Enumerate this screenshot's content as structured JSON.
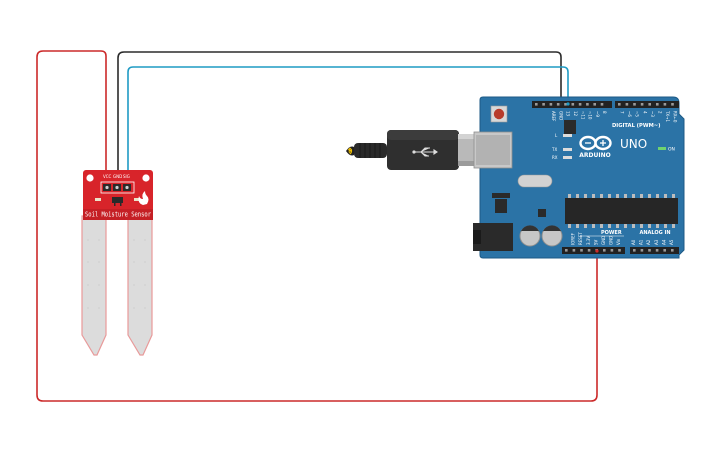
{
  "sensor": {
    "label": "Soil Moisture Sensor",
    "pins": [
      "VCC",
      "GND",
      "SIG"
    ]
  },
  "arduino": {
    "brand": "ARDUINO",
    "model": "UNO",
    "on_label": "ON",
    "digital_header_label": "DIGITAL (PWM~)",
    "digital_pins": [
      "AREF",
      "GND",
      "13",
      "12",
      "~11",
      "~10",
      "~9",
      "8",
      "7",
      "~6",
      "~5",
      "4",
      "~3",
      "2",
      "TX→1",
      "RX←0"
    ],
    "led_labels": [
      "L",
      "TX",
      "RX"
    ],
    "power_label": "POWER",
    "power_pins": [
      "IOREF",
      "RESET",
      "3.3V",
      "5V",
      "GND",
      "GND",
      "Vin"
    ],
    "analog_label": "ANALOG IN",
    "analog_pins": [
      "A0",
      "A1",
      "A2",
      "A3",
      "A4",
      "A5"
    ]
  },
  "wires": [
    {
      "name": "power",
      "color": "#cc2a2a"
    },
    {
      "name": "ground",
      "color": "#2b2b2b"
    },
    {
      "name": "signal",
      "color": "#1f9bc4"
    }
  ],
  "colors": {
    "board": "#2b73a6",
    "board_edge": "#1d5a86",
    "sensor_pcb": "#d8242a",
    "probe": "#dcdcdc"
  }
}
